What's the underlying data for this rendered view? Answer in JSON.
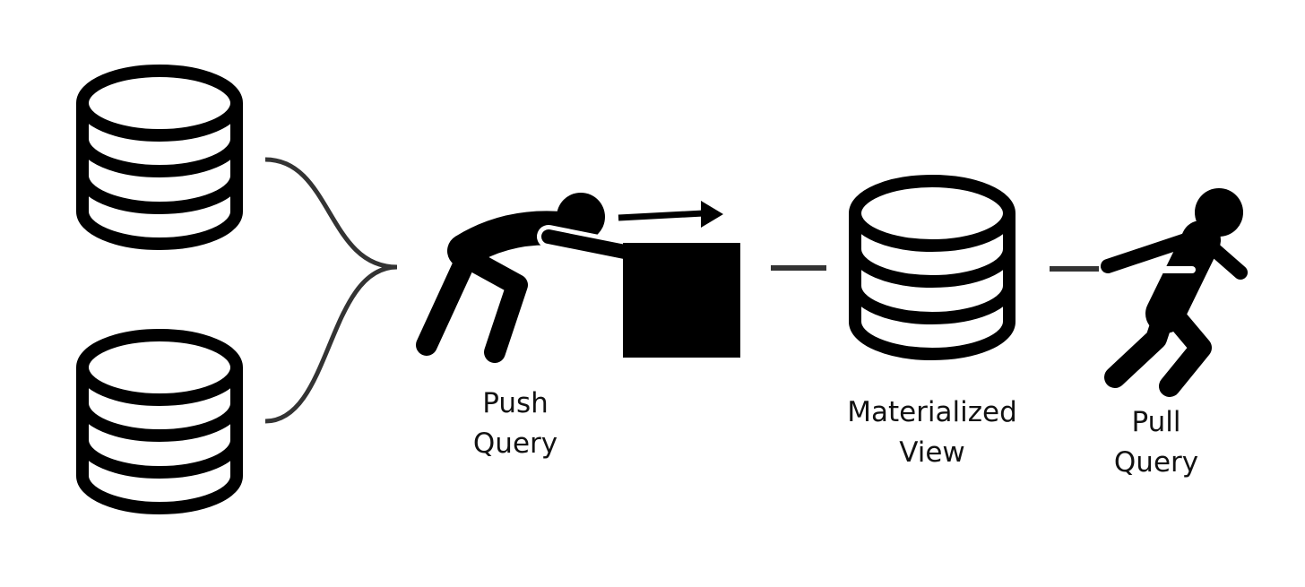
{
  "labels": {
    "push_query": [
      "Push",
      "Query"
    ],
    "materialized_view": [
      "Materialized",
      "View"
    ],
    "pull_query": [
      "Pull",
      "Query"
    ]
  },
  "icons": {
    "source_db_top": "database-icon",
    "source_db_bottom": "database-icon",
    "pusher": "person-pushing-box-icon",
    "box": "box-icon",
    "push_arrow": "arrow-right-icon",
    "materialized_view_db": "database-icon",
    "puller": "person-pulling-rope-icon"
  },
  "colors": {
    "ink": "#000000",
    "connector": "#333333",
    "text": "#111111",
    "background": "#ffffff"
  }
}
